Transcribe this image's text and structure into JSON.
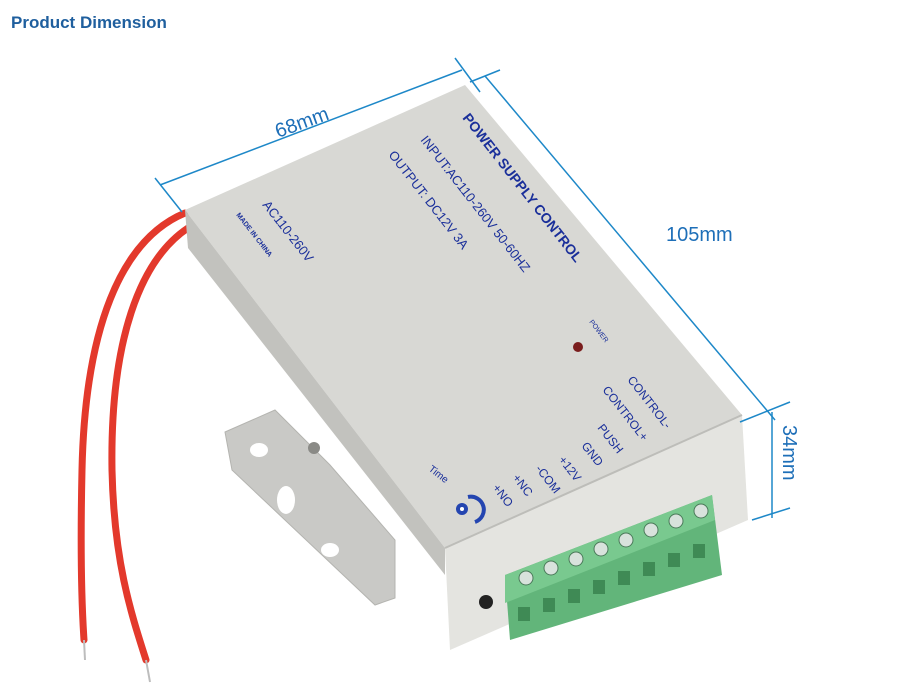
{
  "header": {
    "title": "Product Dimension"
  },
  "dimensions": {
    "width": "68mm",
    "length": "105mm",
    "height": "34mm",
    "line_color": "#1e88c8",
    "text_color": "#1e6fb8"
  },
  "device_label": {
    "brand_title": "POWER SUPPLY CONTROL",
    "input": "INPUT:AC110-260V 50-60HZ",
    "output": "OUTPUT: DC12V  3A",
    "side_voltage": "AC110-260V",
    "made_in": "MADE IN CHINA",
    "power_led": "POWER",
    "time_label": "Time"
  },
  "terminals": {
    "labels": [
      "CONTROL-",
      "CONTROL+",
      "PUSH",
      "GND",
      "+12V",
      "-COM",
      "+NC",
      "+NO"
    ],
    "count": 8,
    "color": "#5fb877"
  },
  "colors": {
    "case": "#d6d6d2",
    "wire": "#e8342a",
    "label_text": "#1a2f9a"
  }
}
